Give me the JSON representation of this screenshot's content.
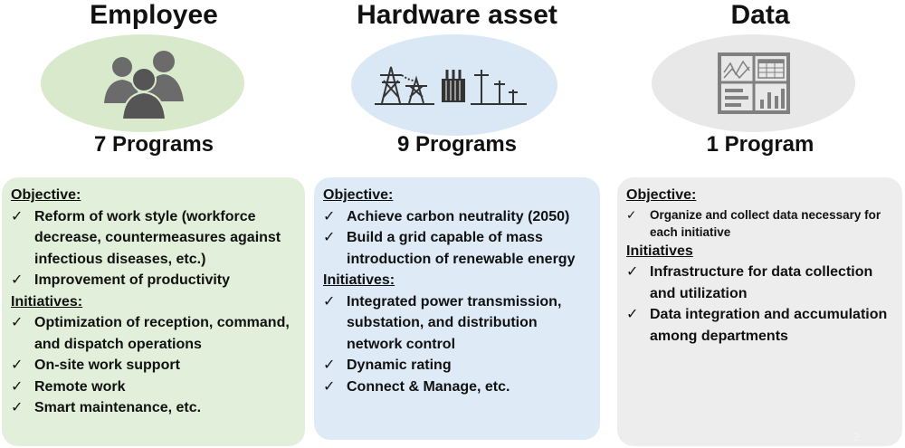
{
  "columns": [
    {
      "title": "Employee",
      "programs": "7 Programs",
      "icon": "people-icon",
      "objective_label": "Objective:",
      "objectives": [
        "Reform of work style (workforce decrease, countermeasures against infectious diseases, etc.)",
        "Improvement of productivity"
      ],
      "initiatives_label": "Initiatives:",
      "initiatives": [
        "Optimization of reception, command, and dispatch operations",
        "On-site work support",
        "Remote work",
        "Smart maintenance, etc."
      ]
    },
    {
      "title": "Hardware asset",
      "programs": "9 Programs",
      "icon": "power-grid-icon",
      "objective_label": "Objective:",
      "objectives": [
        "Achieve carbon neutrality (2050)",
        "Build a grid capable of mass introduction of renewable energy"
      ],
      "initiatives_label": "Initiatives:",
      "initiatives": [
        "Integrated power transmission, substation, and distribution network control",
        "Dynamic rating",
        "Connect & Manage, etc."
      ]
    },
    {
      "title": "Data",
      "programs": "1 Program",
      "icon": "dashboard-icon",
      "objective_label": "Objective:",
      "objectives": [
        "Organize and collect data necessary for each initiative"
      ],
      "initiatives_label": "Initiatives",
      "initiatives": [
        "Infrastructure for data collection and utilization",
        "Data integration and accumulation among departments"
      ]
    }
  ],
  "check_mark": "✓",
  "page_number": "2",
  "colors": {
    "green": "#e2efda",
    "blue": "#deebf7",
    "gray": "#ededed"
  }
}
